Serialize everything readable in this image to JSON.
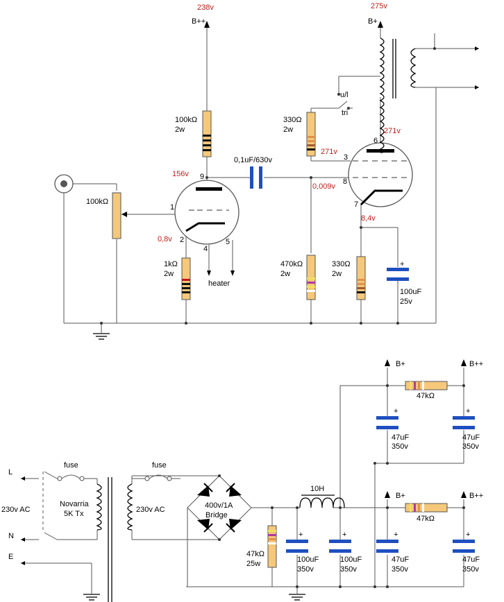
{
  "amp": {
    "v_bpp": "238v",
    "bpp": "B++",
    "v_bp": "275v",
    "bp": "B+",
    "r_plate": "100kΩ",
    "r_plate_w": "2w",
    "r_g2": "330Ω",
    "r_g2_w": "2w",
    "v_plate1": "156v",
    "pin9": "9",
    "coupling_cap": "0,1uF/630v",
    "v_g2": "271v",
    "v_plate2": "271v",
    "pin3": "3",
    "pin6": "6",
    "pin8": "8",
    "v_grid2": "0,009v",
    "pin7": "7",
    "v_cath2": "8,4v",
    "ul": "u/l",
    "tri": "tri",
    "pot": "100kΩ",
    "pin1": "1",
    "pin2": "2",
    "pin4": "4",
    "pin5": "5",
    "v_cath1": "0,8v",
    "r_cath1": "1kΩ",
    "r_cath1_w": "2w",
    "heater": "heater",
    "r_grid": "470kΩ",
    "r_grid_w": "2w",
    "r_cath2": "330Ω",
    "r_cath2_w": "2w",
    "cap_cath": "100uF",
    "cap_cath_v": "25v",
    "cap_plus": "+"
  },
  "psu": {
    "bp_top": "B+",
    "bpp_top": "B++",
    "r_top": "47kΩ",
    "c_top1": "47uF",
    "c_top1_v": "350v",
    "c_top2": "47uF",
    "c_top2_v": "350v",
    "line_l": "L",
    "line_n": "N",
    "line_e": "E",
    "fuse1": "fuse",
    "fuse2": "fuse",
    "mains": "230v AC",
    "transformer": "Novarria",
    "transformer2": "5K Tx",
    "secondary": "230v AC",
    "bridge": "400v/1A",
    "bridge2": "Bridge",
    "choke": "10H",
    "bp_bot": "B+",
    "bpp_bot": "B++",
    "r_bot": "47kΩ",
    "r_bleed": "47kΩ",
    "r_bleed_w": "25w",
    "c1": "100uF",
    "c1_v": "350v",
    "c2": "100uF",
    "c2_v": "350v",
    "c3": "47uF",
    "c3_v": "350v",
    "c4": "47uF",
    "c4_v": "350v",
    "cap_plus": "+"
  }
}
